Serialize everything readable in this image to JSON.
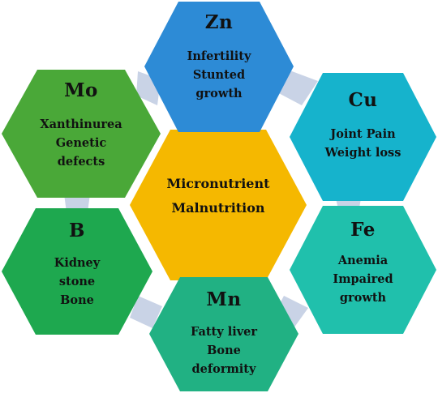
{
  "center": {
    "lines": [
      "Micronutrient",
      "Malnutrition"
    ],
    "color": "#f5b800"
  },
  "nutrients": [
    {
      "id": "zn",
      "symbol": "Zn",
      "effects": [
        "Infertility",
        "Stunted",
        "growth"
      ],
      "color": "#2d8bd6"
    },
    {
      "id": "cu",
      "symbol": "Cu",
      "effects": [
        "Joint Pain",
        "Weight loss"
      ],
      "color": "#16b3cc"
    },
    {
      "id": "fe",
      "symbol": "Fe",
      "effects": [
        "Anemia",
        "Impaired",
        "growth"
      ],
      "color": "#20c0ac"
    },
    {
      "id": "mn",
      "symbol": "Mn",
      "effects": [
        "Fatty liver",
        "Bone",
        "deformity"
      ],
      "color": "#21b183"
    },
    {
      "id": "b",
      "symbol": "B",
      "effects": [
        "Kidney",
        "stone",
        "Bone"
      ],
      "color": "#1ea84f"
    },
    {
      "id": "mo",
      "symbol": "Mo",
      "effects": [
        "Xanthinurea",
        "Genetic",
        "defects"
      ],
      "color": "#4aa838"
    }
  ],
  "connector_color": "#c9d3e6"
}
